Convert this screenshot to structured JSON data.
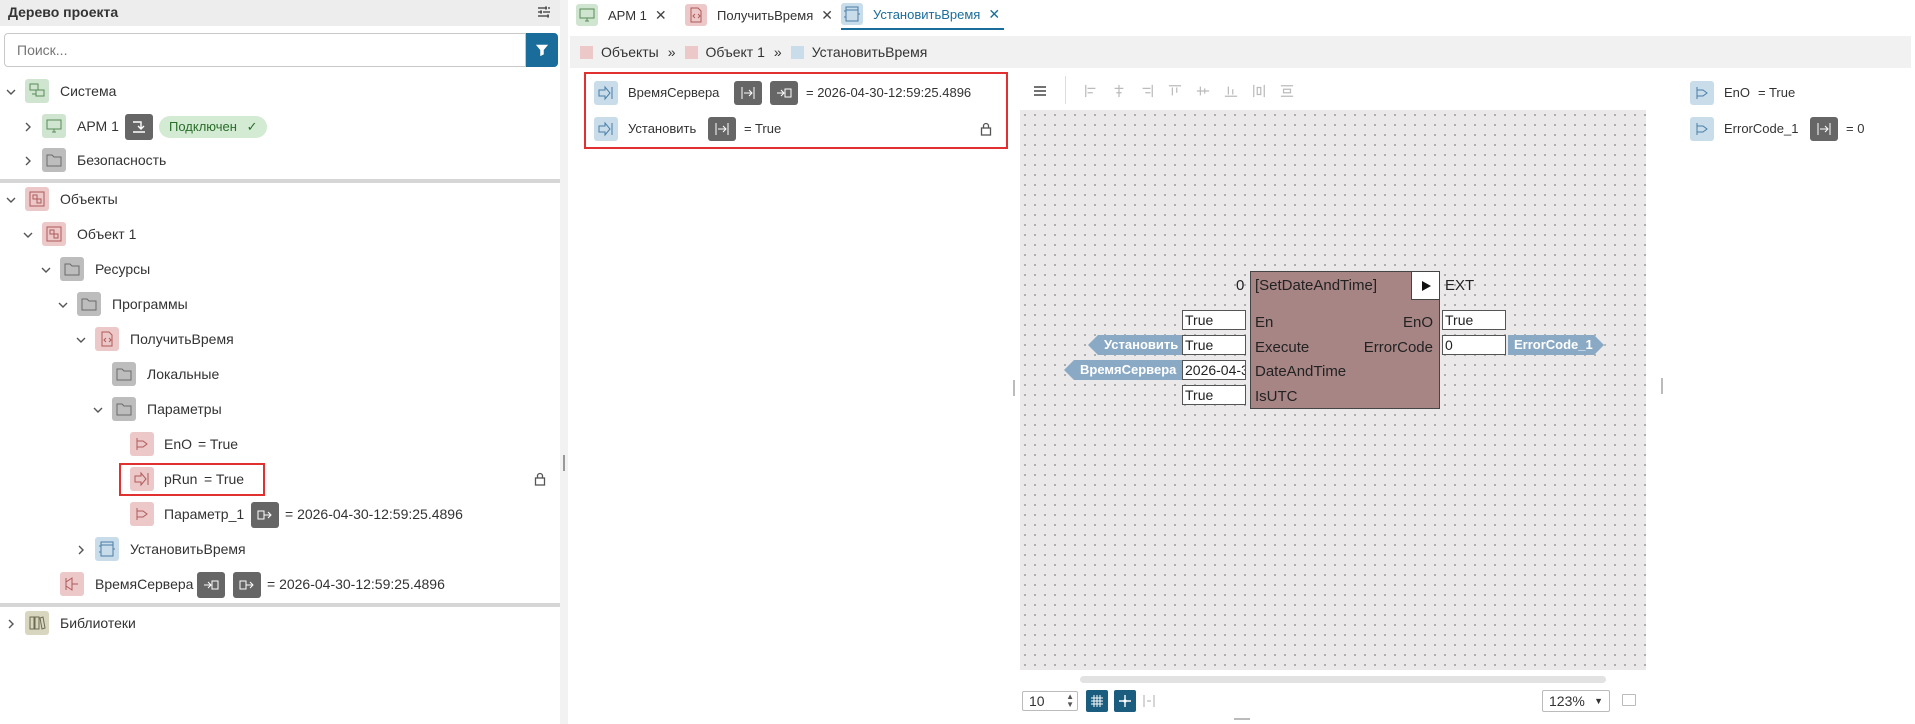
{
  "left_panel": {
    "title": "Дерево проекта",
    "search_placeholder": "Поиск...",
    "tree": {
      "system": "Система",
      "arm1": "АРМ 1",
      "arm1_status": "Подключен",
      "security": "Безопасность",
      "objects": "Объекты",
      "object1": "Объект 1",
      "resources": "Ресурсы",
      "programs": "Программы",
      "get_time": "ПолучитьВремя",
      "locals": "Локальные",
      "params": "Параметры",
      "eno": "EnO",
      "eno_value": "= True",
      "prun": "pRun",
      "prun_value": "= True",
      "param1": "Параметр_1",
      "param1_value": "= 2026-04-30-12:59:25.4896",
      "set_time": "УстановитьВремя",
      "server_time": "ВремяСервера",
      "server_time_value": "= 2026-04-30-12:59:25.4896",
      "libraries": "Библиотеки"
    }
  },
  "tabs": [
    {
      "label": "АРМ 1"
    },
    {
      "label": "ПолучитьВремя"
    },
    {
      "label": "УстановитьВремя"
    }
  ],
  "breadcrumb": [
    "Объекты",
    "Объект 1",
    "УстановитьВремя"
  ],
  "breadcrumb_sep": "»",
  "inputs_panel": {
    "server_time": "ВремяСервера",
    "server_time_value": "= 2026-04-30-12:59:25.4896",
    "set": "Установить",
    "set_value": "= True"
  },
  "outputs_panel": {
    "eno": "EnO",
    "eno_value": "= True",
    "error_code": "ErrorCode_1",
    "error_code_value": "= 0"
  },
  "block": {
    "index": "0",
    "name": "[SetDateAndTime]",
    "ext": "EXT",
    "in_ports": [
      "En",
      "Execute",
      "DateAndTime",
      "IsUTC"
    ],
    "in_values": [
      "True",
      "True",
      "2026-04-3",
      "True"
    ],
    "out_ports": [
      "EnO",
      "ErrorCode"
    ],
    "out_values": [
      "True",
      "0"
    ],
    "tag_set": "Установить",
    "tag_server_time": "ВремяСервера",
    "tag_error_code": "ErrorCode_1"
  },
  "bottom_bar": {
    "grid_size": "10",
    "zoom": "123%"
  },
  "colors": {
    "accent": "#1a6d9a",
    "block_fill": "#a88585",
    "highlight": "#e03030",
    "tab_active": "#1a6d9a"
  }
}
